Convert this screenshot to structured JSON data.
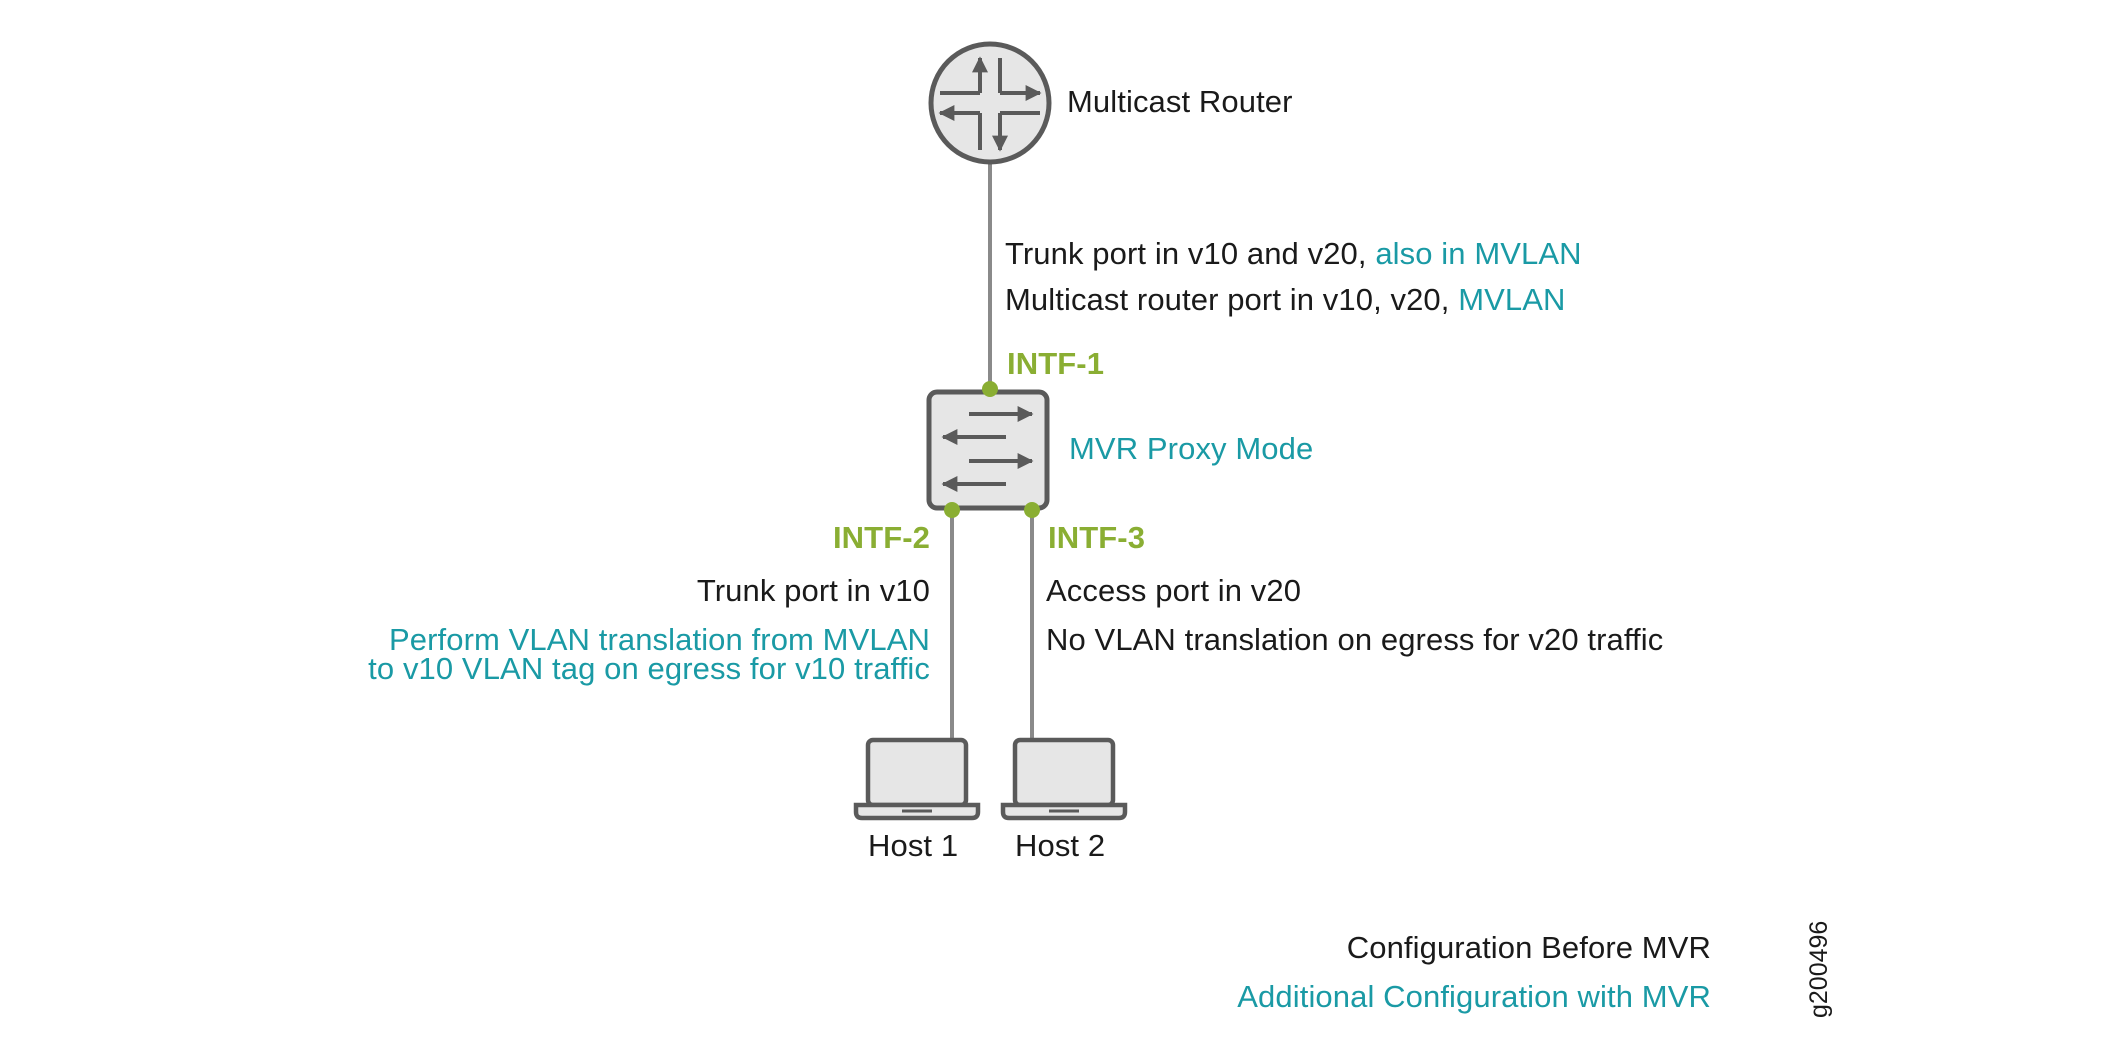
{
  "router": {
    "label": "Multicast Router",
    "icon": "router-icon"
  },
  "uplink": {
    "line1_black": "Trunk port in v10 and v20, ",
    "line1_teal": "also in MVLAN",
    "line2_black": "Multicast router port in v10, v20, ",
    "line2_teal": "MVLAN"
  },
  "switch": {
    "label": "MVR Proxy Mode",
    "icon": "switch-icon"
  },
  "interfaces": {
    "intf1": "INTF-1",
    "intf2": "INTF-2",
    "intf3": "INTF-3"
  },
  "left_port": {
    "line1": "Trunk port in v10",
    "line2": "Perform VLAN translation from MVLAN",
    "line3": "to v10 VLAN tag on egress for v10 traffic"
  },
  "right_port": {
    "line1": "Access port in v20",
    "line2": "No VLAN translation on egress for v20 traffic"
  },
  "hosts": [
    {
      "label": "Host 1",
      "icon": "laptop-icon"
    },
    {
      "label": "Host 2",
      "icon": "laptop-icon"
    }
  ],
  "legend": {
    "black_item": "Configuration Before MVR",
    "teal_item": "Additional Configuration with MVR"
  },
  "figure_id": "g200496",
  "colors": {
    "text": "#1a1a1a",
    "teal": "#1a9aa5",
    "green": "#8aae33",
    "line": "#8a8a8a",
    "device_fill": "#e6e6e6",
    "device_stroke": "#5a5a5a"
  }
}
